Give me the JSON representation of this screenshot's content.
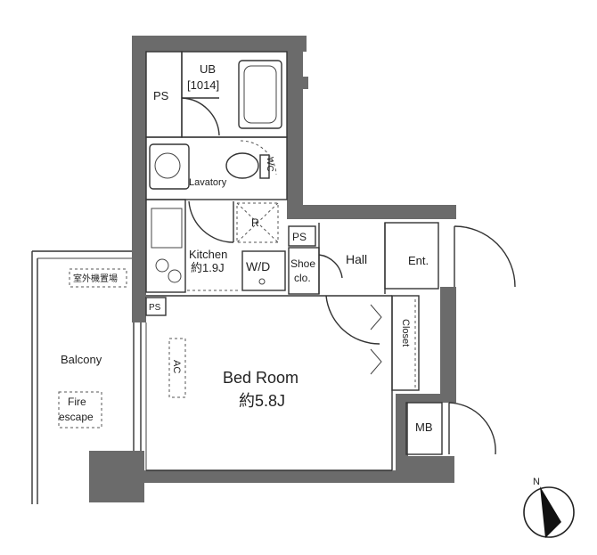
{
  "rooms": {
    "ub": "UB",
    "ub_size": "[1014]",
    "ps_top": "PS",
    "lavatory": "Lavatory",
    "wc": "WC",
    "r": "R",
    "kitchen": "Kitchen",
    "kitchen_size": "約1.9J",
    "wd": "W/D",
    "ps_mid": "PS",
    "shoe_line1": "Shoe",
    "shoe_line2": "clo.",
    "hall": "Hall",
    "entrance": "Ent.",
    "ps_small": "PS",
    "closet": "Closet",
    "ac": "AC",
    "bedroom": "Bed Room",
    "bedroom_size": "約5.8J",
    "mb": "MB",
    "balcony": "Balcony",
    "outdoor_unit": "室外機置場",
    "fire_line1": "Fire",
    "fire_line2": "escape"
  },
  "compass": {
    "letter": "N"
  },
  "colors": {
    "wall": "#6b6b6b",
    "line": "#333333"
  }
}
